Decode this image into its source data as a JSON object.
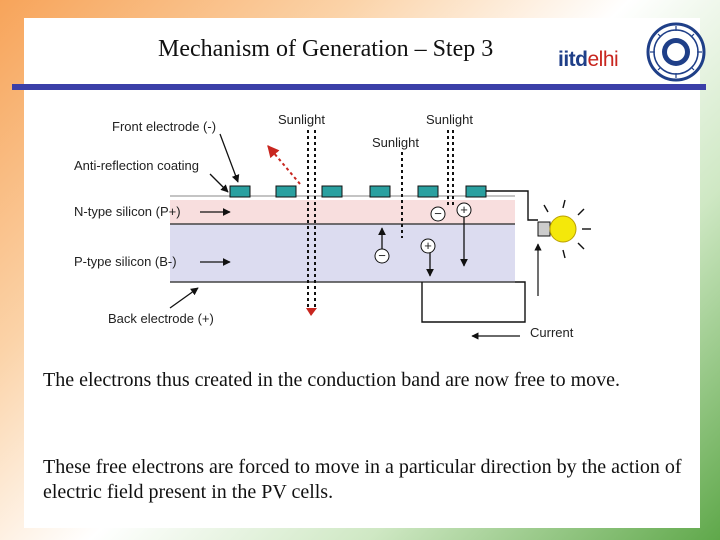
{
  "slide": {
    "title": "Mechanism of Generation – Step 3",
    "logo": {
      "prefix": "iitd",
      "suffix": "elhi"
    },
    "paragraphs": [
      "The electrons thus created in the conduction band are now free to move.",
      "These free electrons are forced to move in a particular direction by the action of electric field present in the PV cells."
    ]
  },
  "diagram": {
    "labels": {
      "front_electrode": "Front electrode (-)",
      "anti_reflection": "Anti-reflection coating",
      "n_type": "N-type silicon (P+)",
      "p_type": "P-type silicon (B-)",
      "back_electrode": "Back electrode (+)",
      "sunlight_1": "Sunlight",
      "sunlight_2": "Sunlight",
      "sunlight_3": "Sunlight",
      "current": "Current"
    },
    "charges": {
      "minus": "−",
      "plus": "+"
    }
  },
  "colors": {
    "rule": "#3b3fa8",
    "n_layer": "#f8dede",
    "p_layer": "#dcdcf0",
    "electrode": "#2aa0a0",
    "logo_blue": "#1f3f88",
    "logo_red": "#c8261f"
  }
}
